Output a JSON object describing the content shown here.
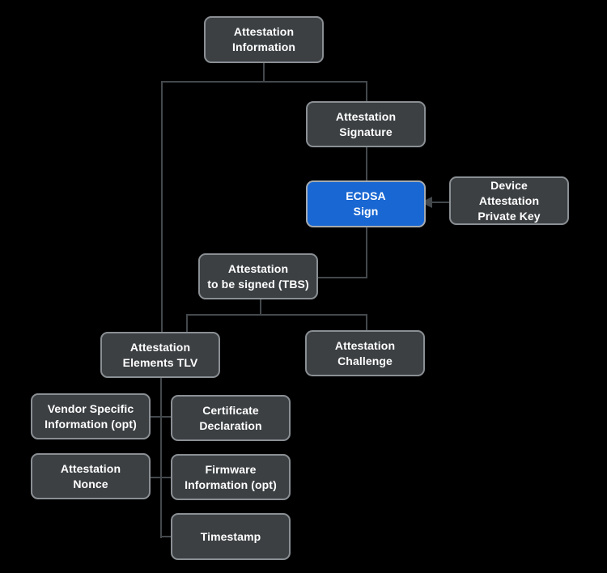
{
  "diagram": {
    "type": "flowchart",
    "background": "#000000",
    "colors": {
      "node_fill": "#3C4043",
      "node_border": "#8A8F94",
      "node_text": "#FFFFFF",
      "highlight_fill": "#1967D2",
      "highlight_border": "#A5AAAF",
      "connector": "#43484C"
    },
    "nodes": [
      {
        "id": "attestation-information",
        "label": "Attestation\nInformation",
        "highlighted": false
      },
      {
        "id": "attestation-signature",
        "label": "Attestation\nSignature",
        "highlighted": false
      },
      {
        "id": "ecdsa-sign",
        "label": "ECDSA\nSign",
        "highlighted": true
      },
      {
        "id": "device-attestation-private-key",
        "label": "Device\nAttestation\nPrivate Key",
        "highlighted": false
      },
      {
        "id": "attestation-to-be-signed",
        "label": "Attestation\nto be signed (TBS)",
        "highlighted": false
      },
      {
        "id": "attestation-elements-tlv",
        "label": "Attestation\nElements TLV",
        "highlighted": false
      },
      {
        "id": "attestation-challenge",
        "label": "Attestation\nChallenge",
        "highlighted": false
      },
      {
        "id": "vendor-specific-information",
        "label": "Vendor Specific\nInformation (opt)",
        "highlighted": false
      },
      {
        "id": "certificate-declaration",
        "label": "Certificate\nDeclaration",
        "highlighted": false
      },
      {
        "id": "attestation-nonce",
        "label": "Attestation\nNonce",
        "highlighted": false
      },
      {
        "id": "firmware-information",
        "label": "Firmware\nInformation (opt)",
        "highlighted": false
      },
      {
        "id": "timestamp",
        "label": "Timestamp",
        "highlighted": false
      }
    ],
    "edges": [
      {
        "from": "attestation-information",
        "to": "attestation-signature",
        "arrow": false
      },
      {
        "from": "attestation-information",
        "to": "attestation-elements-tlv",
        "arrow": false
      },
      {
        "from": "attestation-signature",
        "to": "ecdsa-sign",
        "arrow": false
      },
      {
        "from": "device-attestation-private-key",
        "to": "ecdsa-sign",
        "arrow": true
      },
      {
        "from": "ecdsa-sign",
        "to": "attestation-to-be-signed",
        "arrow": false
      },
      {
        "from": "attestation-to-be-signed",
        "to": "attestation-elements-tlv",
        "arrow": false
      },
      {
        "from": "attestation-to-be-signed",
        "to": "attestation-challenge",
        "arrow": false
      },
      {
        "from": "attestation-elements-tlv",
        "to": "vendor-specific-information",
        "arrow": false
      },
      {
        "from": "attestation-elements-tlv",
        "to": "certificate-declaration",
        "arrow": false
      },
      {
        "from": "attestation-elements-tlv",
        "to": "attestation-nonce",
        "arrow": false
      },
      {
        "from": "attestation-elements-tlv",
        "to": "firmware-information",
        "arrow": false
      },
      {
        "from": "attestation-elements-tlv",
        "to": "timestamp",
        "arrow": false
      }
    ]
  }
}
